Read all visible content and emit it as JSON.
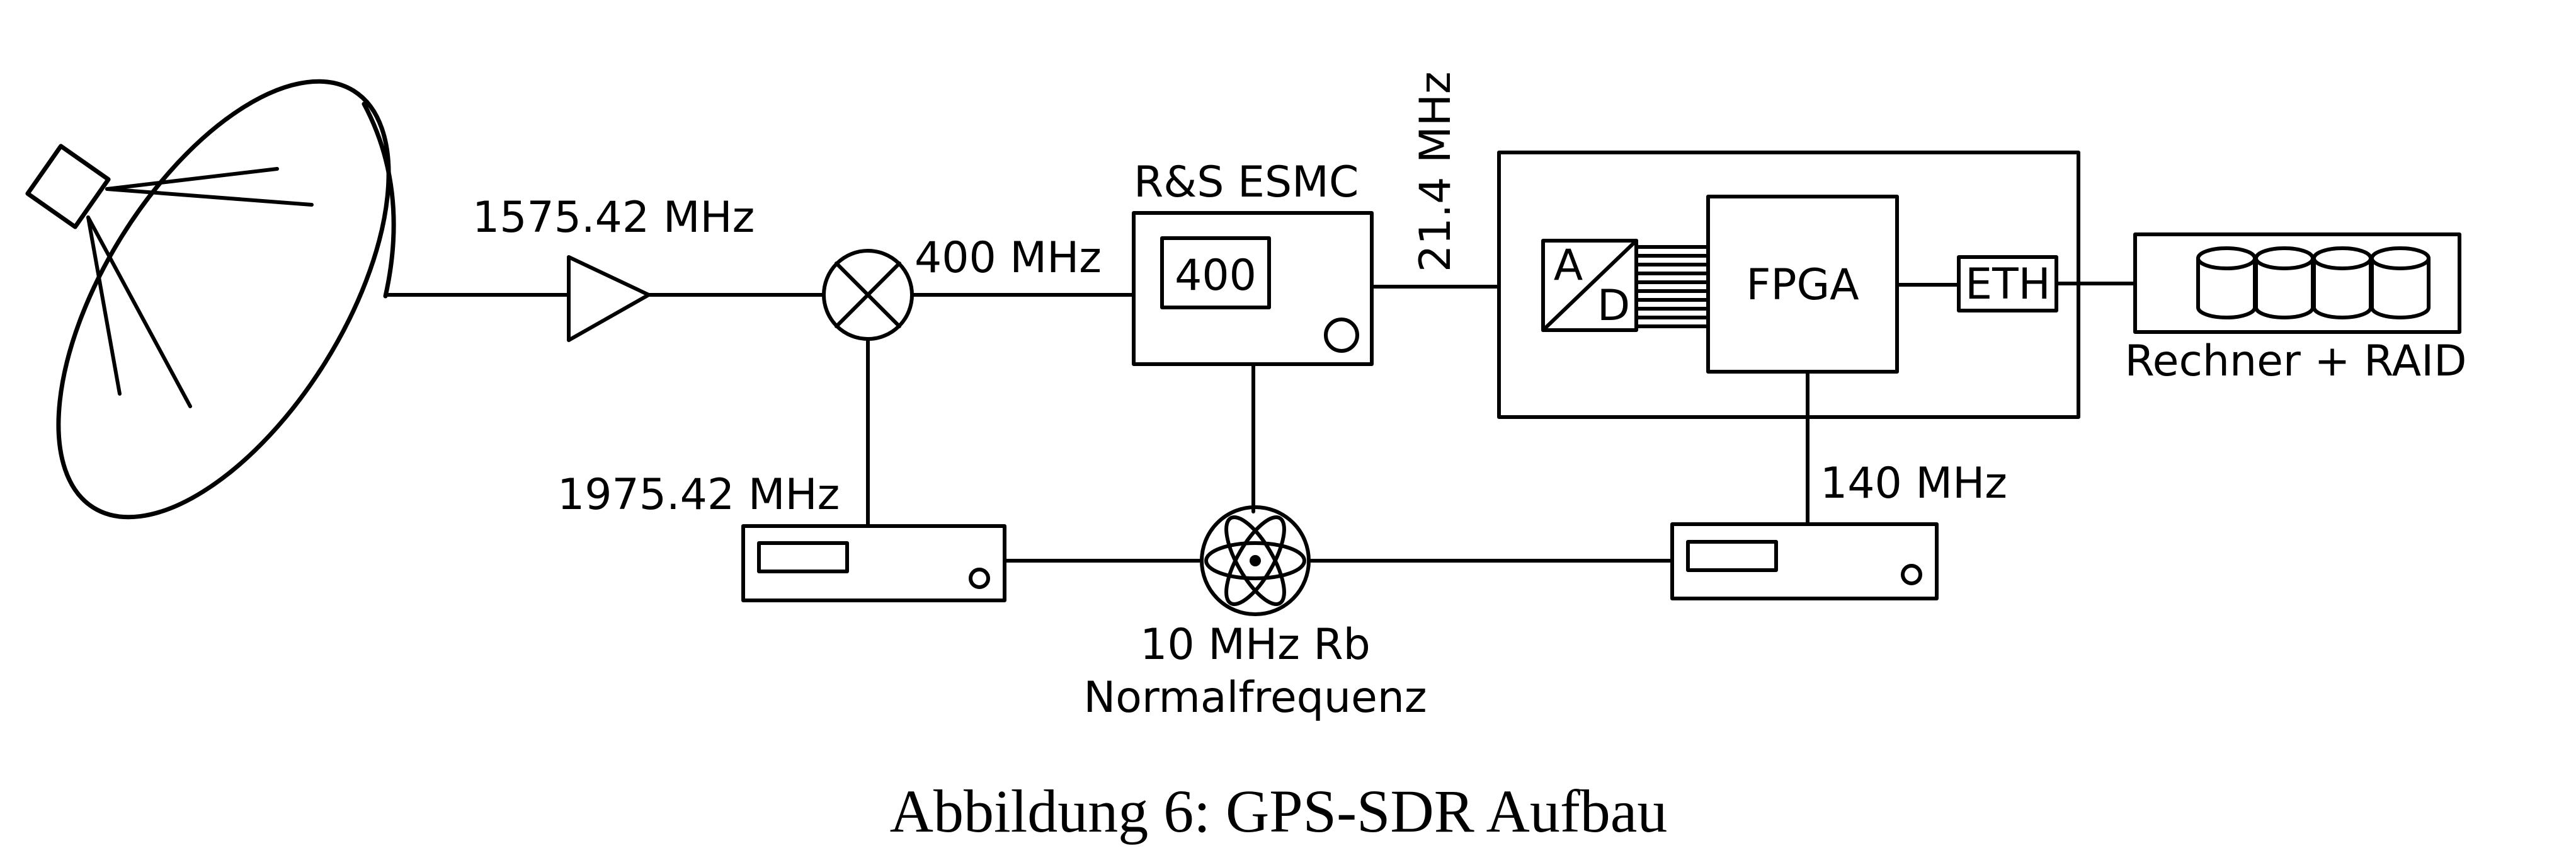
{
  "diagram": {
    "labels": {
      "freq_gps": "1575.42 MHz",
      "freq_if1": "400 MHz",
      "receiver_name": "R&S ESMC",
      "receiver_display": "400",
      "freq_if2": "21.4 MHz",
      "adc_a": "A",
      "adc_d": "D",
      "fpga": "FPGA",
      "eth": "ETH",
      "computer": "Rechner + RAID",
      "freq_lo": "1975.42 MHz",
      "freq_clk": "140 MHz",
      "ref_line1": "10 MHz Rb",
      "ref_line2": "Normalfrequenz"
    },
    "caption": "Abbildung 6: GPS-SDR Aufbau"
  }
}
